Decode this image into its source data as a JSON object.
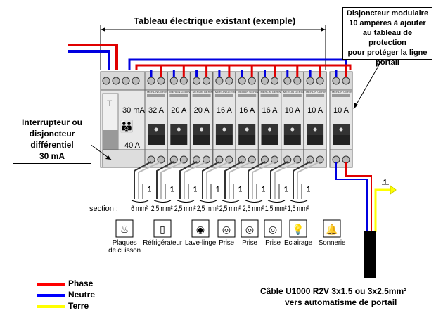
{
  "title": "Tableau électrique existant (exemple)",
  "callout_right": [
    "Disjoncteur modulaire",
    "10 ampères à ajouter",
    "au tableau de protection",
    "pour protéger la ligne",
    "portail"
  ],
  "callout_left": [
    "Interrupteur ou",
    "disjoncteur",
    "différentiel",
    "30 mA"
  ],
  "differential": {
    "test_label": "T",
    "sensitivity": "30 mA",
    "rating": "40 A"
  },
  "brand": "MERLIN GERIN",
  "breakers": [
    "32 A",
    "20 A",
    "20 A",
    "16 A",
    "16 A",
    "16 A",
    "10 A",
    "10 A"
  ],
  "added_breaker": "10 A",
  "section_label": "section :",
  "sections": [
    "6 mm²",
    "2,5 mm²",
    "2,5 mm²",
    "2,5 mm²",
    "2,5 mm²",
    "2,5 mm²",
    "1,5 mm²",
    "1,5 mm²"
  ],
  "appliances": [
    {
      "label": "Plaques\nde cuisson",
      "icon": "cooktop-icon"
    },
    {
      "label": "Réfrigérateur",
      "icon": "fridge-icon"
    },
    {
      "label": "Lave-linge",
      "icon": "washing-machine-icon"
    },
    {
      "label": "Prise",
      "icon": "socket-icon"
    },
    {
      "label": "Prise",
      "icon": "socket-icon"
    },
    {
      "label": "Prise",
      "icon": "socket-icon"
    },
    {
      "label": "Eclairage",
      "icon": "bulb-icon"
    },
    {
      "label": "Sonnerie",
      "icon": "bell-icon"
    }
  ],
  "legend": [
    {
      "label": "Phase",
      "color": "#ff0000"
    },
    {
      "label": "Neutre",
      "color": "#0000ff"
    },
    {
      "label": "Terre",
      "color": "#ffff00"
    }
  ],
  "cable_text": [
    "Câble U1000 R2V 3x1.5 ou 3x2.5mm²",
    "vers automatisme de portail"
  ]
}
